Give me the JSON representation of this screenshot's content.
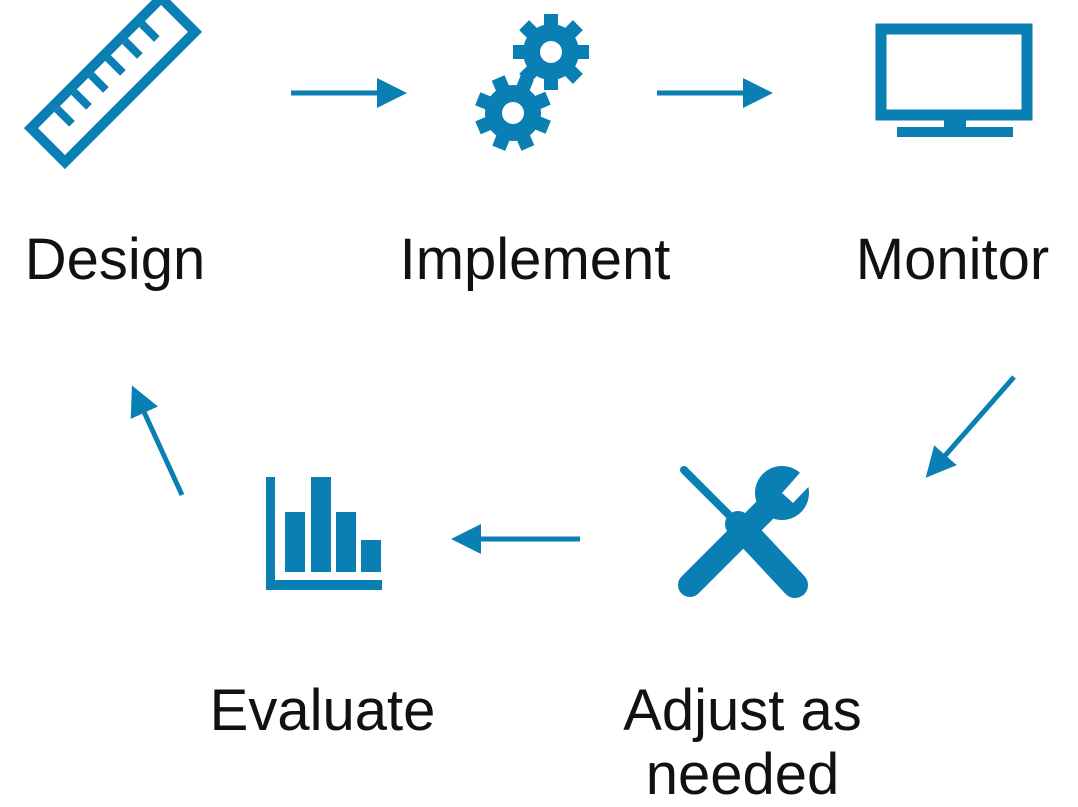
{
  "diagram": {
    "accent_color": "#0a7fb4",
    "text_color": "#111111",
    "steps": [
      {
        "id": "design",
        "label": "Design",
        "icon": "ruler-icon"
      },
      {
        "id": "implement",
        "label": "Implement",
        "icon": "gears-icon"
      },
      {
        "id": "monitor",
        "label": "Monitor",
        "icon": "monitor-icon"
      },
      {
        "id": "adjust",
        "label": "Adjust as needed",
        "icon": "tools-icon"
      },
      {
        "id": "evaluate",
        "label": "Evaluate",
        "icon": "bar-chart-icon"
      }
    ],
    "flow": [
      {
        "from": "design",
        "to": "implement"
      },
      {
        "from": "implement",
        "to": "monitor"
      },
      {
        "from": "monitor",
        "to": "adjust"
      },
      {
        "from": "adjust",
        "to": "evaluate"
      },
      {
        "from": "evaluate",
        "to": "design"
      }
    ]
  }
}
